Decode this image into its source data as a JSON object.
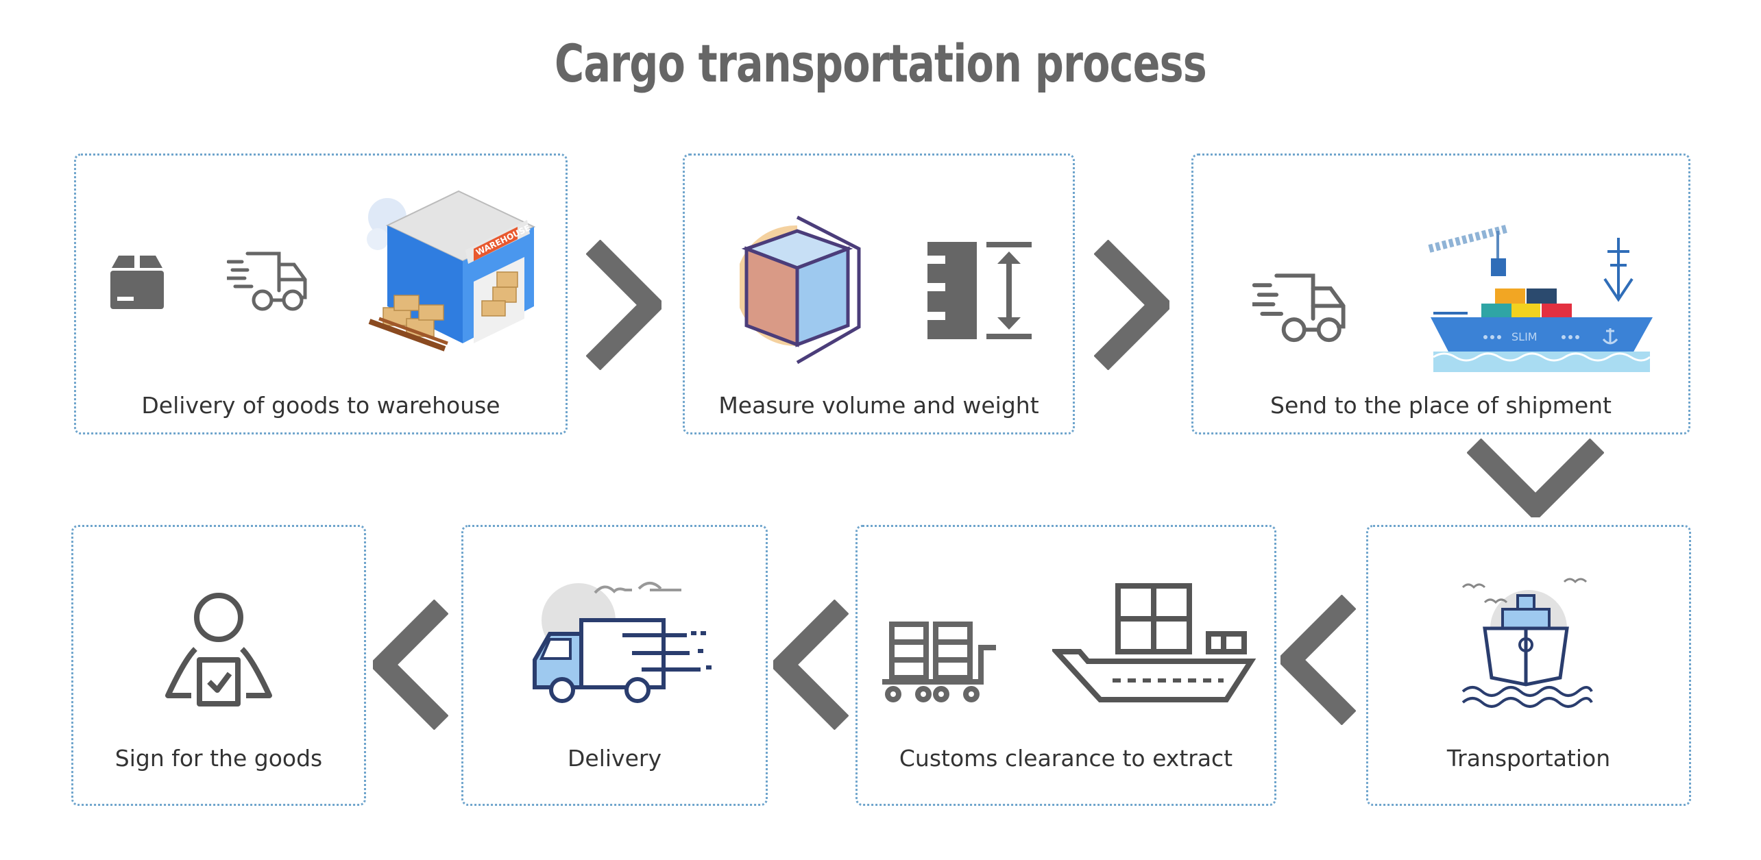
{
  "title": "Cargo transportation process",
  "steps": [
    {
      "label": "Delivery of goods to warehouse"
    },
    {
      "label": "Measure volume and weight"
    },
    {
      "label": "Send to the place of shipment"
    },
    {
      "label": "Transportation"
    },
    {
      "label": "Customs clearance to extract"
    },
    {
      "label": "Delivery"
    },
    {
      "label": "Sign for the goods"
    }
  ],
  "warehouse_sign": "WAREHOUSE",
  "ship_name": "SLIM",
  "colors": {
    "border": "#6ea4cc",
    "icon_gray": "#666666",
    "arrow_gray": "#6b6b6b",
    "blue": "#3b82d6",
    "navy": "#2a3d6e"
  }
}
